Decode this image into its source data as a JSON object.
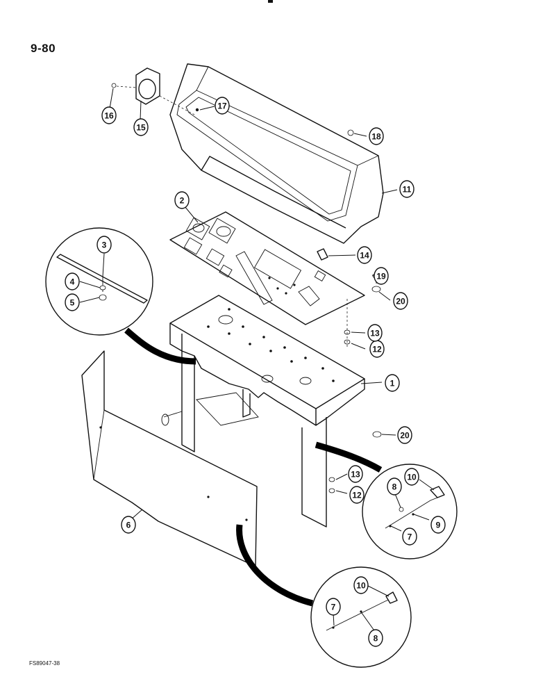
{
  "page_number": "9-80",
  "figure_code": "FS89047-38",
  "callouts": [
    "1",
    "2",
    "3",
    "4",
    "5",
    "6",
    "7",
    "8",
    "9",
    "10",
    "11",
    "12",
    "13",
    "14",
    "15",
    "16",
    "17",
    "18",
    "19",
    "20"
  ],
  "detail_callouts": {
    "left_detail": [
      "3",
      "4",
      "5"
    ],
    "right_detail": [
      "7",
      "8",
      "9",
      "10"
    ],
    "bottom_detail": [
      "7",
      "8",
      "10"
    ]
  }
}
